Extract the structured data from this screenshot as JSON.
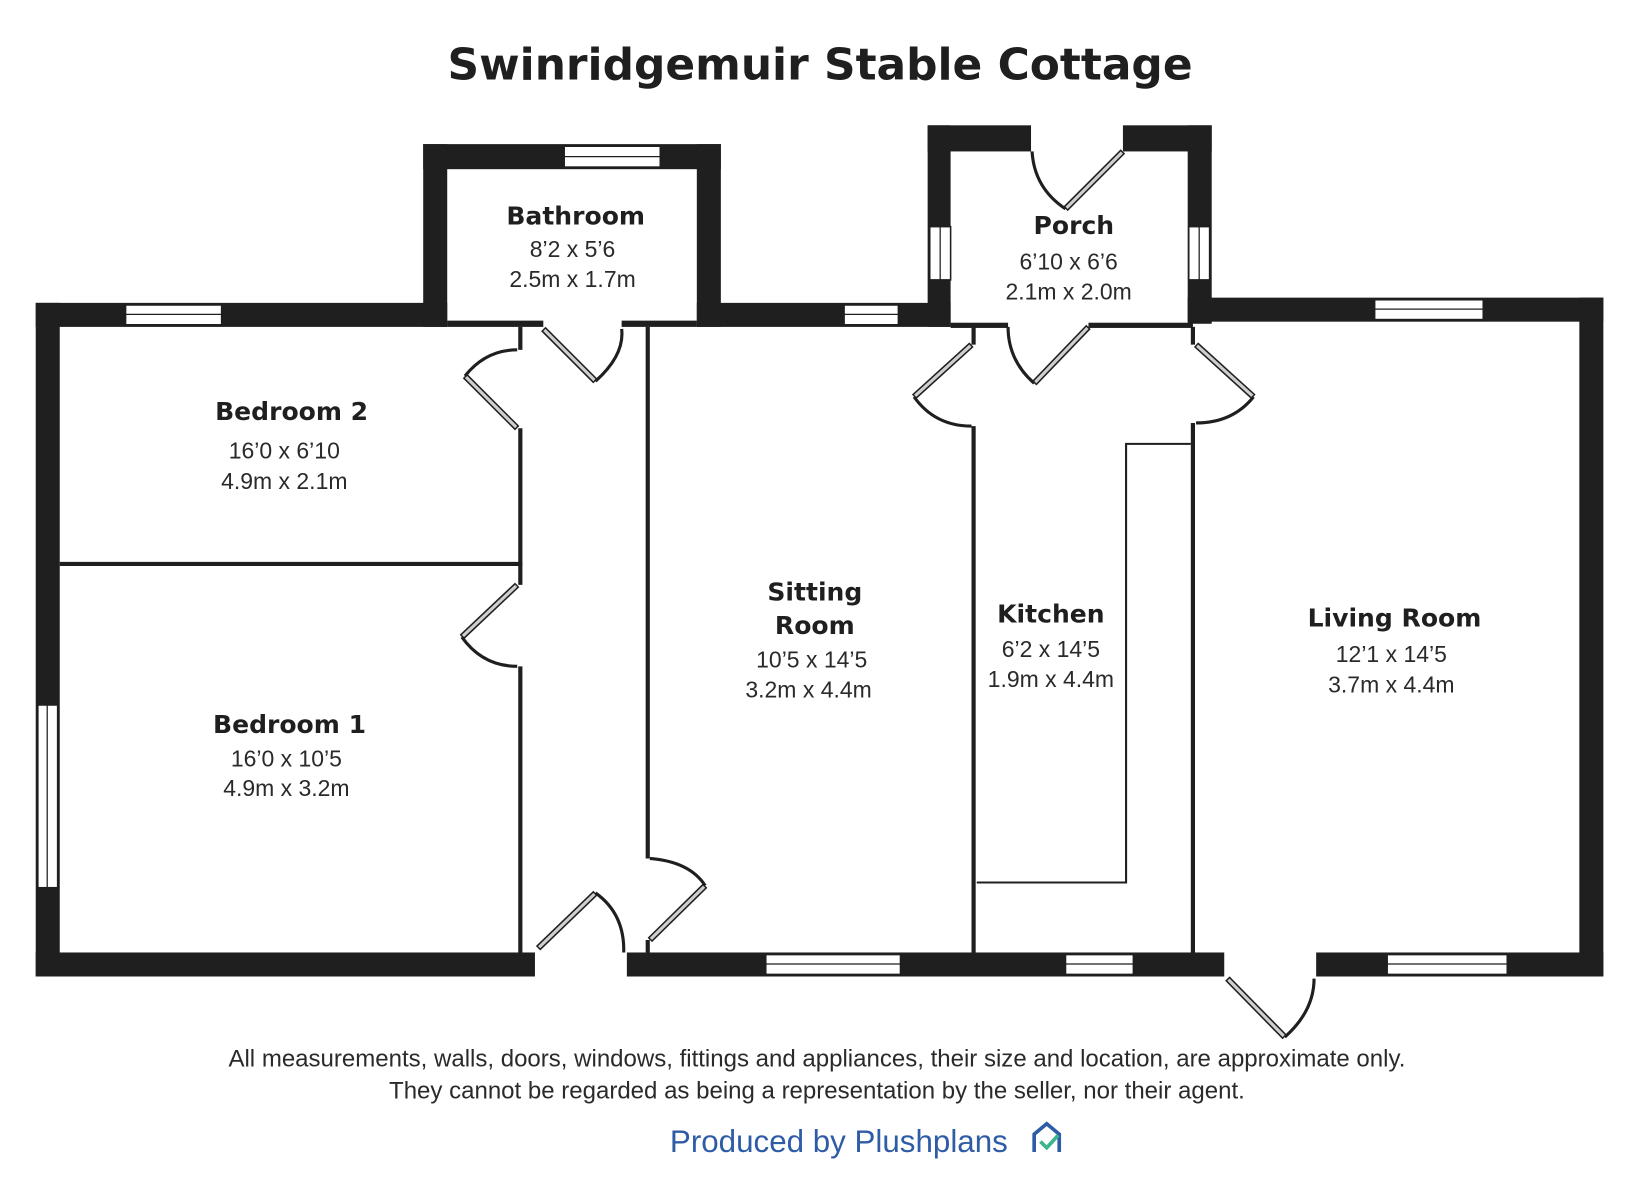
{
  "title": "Swinridgemuir Stable Cottage",
  "rooms": {
    "bathroom": {
      "name": "Bathroom",
      "imperial": "8’2 x 5’6",
      "metric": "2.5m x 1.7m"
    },
    "porch": {
      "name": "Porch",
      "imperial": "6’10 x 6’6",
      "metric": "2.1m x 2.0m"
    },
    "bedroom2": {
      "name": "Bedroom 2",
      "imperial": "16’0 x 6’10",
      "metric": "4.9m x 2.1m"
    },
    "bedroom1": {
      "name": "Bedroom 1",
      "imperial": "16’0 x 10’5",
      "metric": "4.9m x 3.2m"
    },
    "sitting": {
      "name_line1": "Sitting",
      "name_line2": "Room",
      "imperial": "10’5 x 14’5",
      "metric": "3.2m x 4.4m"
    },
    "kitchen": {
      "name": "Kitchen",
      "imperial": "6’2 x 14’5",
      "metric": "1.9m x 4.4m"
    },
    "living": {
      "name": "Living Room",
      "imperial": "12’1 x 14’5",
      "metric": "3.7m x 4.4m"
    }
  },
  "disclaimer": {
    "line1": "All measurements, walls, doors, windows, fittings and appliances, their size and location, are approximate only.",
    "line2": "They cannot be regarded as being a representation by the seller, nor their agent."
  },
  "credit": {
    "text": "Produced by Plushplans",
    "logo_icon": "house-check-icon",
    "text_color": "#2f5ca6",
    "check_color": "#3bb58a"
  }
}
